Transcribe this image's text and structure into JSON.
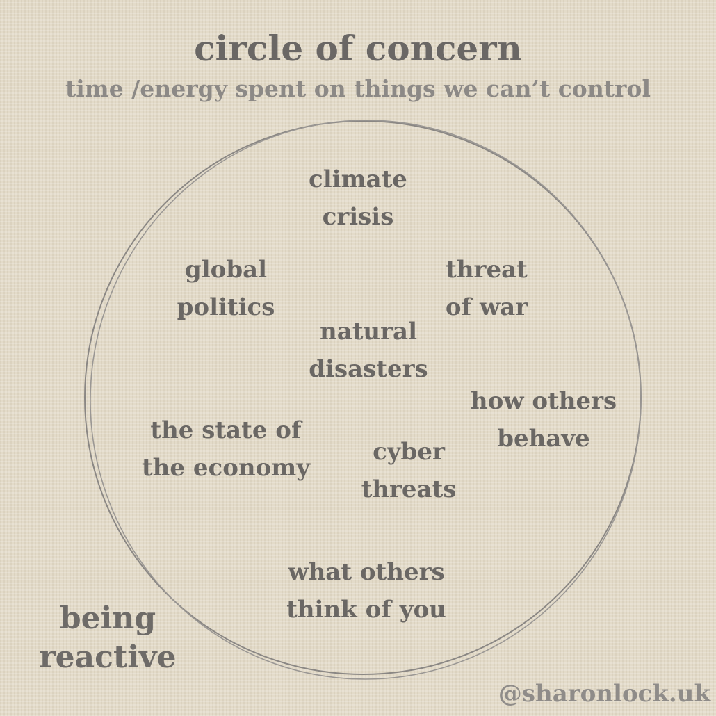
{
  "title": "circle of concern",
  "subtitle": "time /energy spent on things we can’t control",
  "concerns": [
    {
      "l1": "climate",
      "l2": "crisis"
    },
    {
      "l1": "global",
      "l2": "politics"
    },
    {
      "l1": "threat",
      "l2": "of war"
    },
    {
      "l1": "natural",
      "l2": "disasters"
    },
    {
      "l1": "how others",
      "l2": "behave"
    },
    {
      "l1": "the state of",
      "l2": "the economy"
    },
    {
      "l1": "cyber",
      "l2": "threats"
    },
    {
      "l1": "what others",
      "l2": "think of you"
    }
  ],
  "corner_label": {
    "l1": "being",
    "l2": "reactive"
  },
  "watermark": "@sharonlock.uk",
  "colors": {
    "background": "#e3dbc9",
    "text": "#6a6764",
    "circle": "#8a8784"
  }
}
